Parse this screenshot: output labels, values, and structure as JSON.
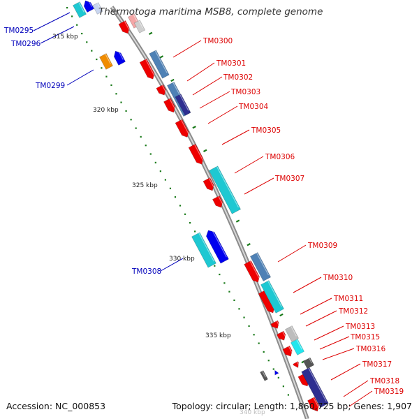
{
  "title": "Thermotoga maritima MSB8, complete genome",
  "footer": {
    "accession": "Accession: NC_000853",
    "summary": "Topology: circular; Length: 1,860,725 bp; Genes: 1,907"
  },
  "colors": {
    "backbone": "#8c8c8c",
    "forward_label": "#dd0000",
    "reverse_label": "#0000bb",
    "tick": "#006600",
    "red_gene": "#ee0000",
    "steel_gene": "#4f81b5",
    "cyan_gene": "#1ec8d2",
    "navy_gene": "#2d2d90",
    "blue_gene": "#0000ee",
    "orange_gene": "#f08c00"
  },
  "scale_labels": [
    "315 kbp",
    "320 kbp",
    "325 kbp",
    "330 kbp",
    "335 kbp",
    "340 kbp"
  ],
  "forward_genes": [
    "TM0300",
    "TM0301",
    "TM0302",
    "TM0303",
    "TM0304",
    "TM0305",
    "TM0306",
    "TM0307",
    "TM0309",
    "TM0310",
    "TM0311",
    "TM0312",
    "TM0313",
    "TM0315",
    "TM0316",
    "TM0317",
    "TM0318",
    "TM0319"
  ],
  "reverse_genes": [
    "TM0295",
    "TM0296",
    "TM0299",
    "TM0308"
  ]
}
